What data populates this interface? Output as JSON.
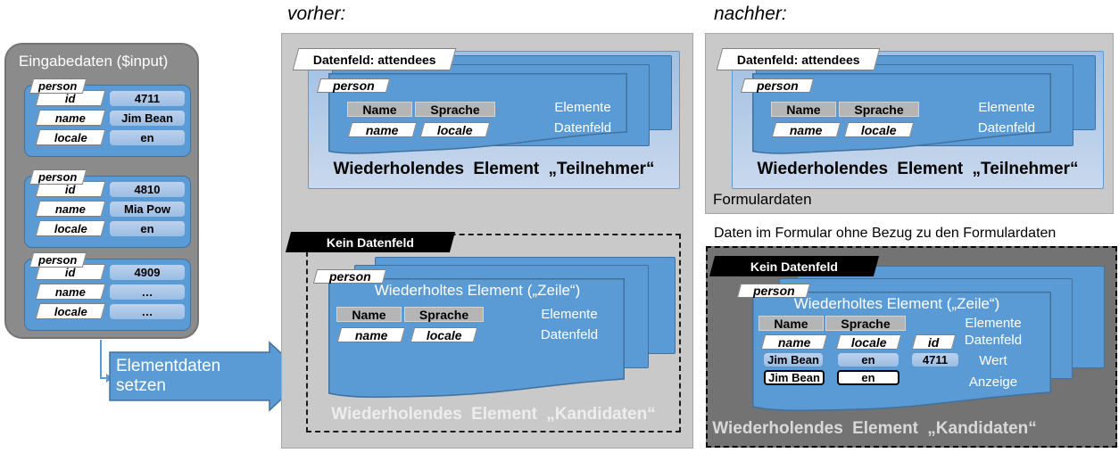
{
  "input": {
    "title": "Eingabedaten ($input)",
    "records": [
      {
        "tab": "person",
        "fields": [
          {
            "label": "id",
            "value": "4711"
          },
          {
            "label": "name",
            "value": "Jim Bean"
          },
          {
            "label": "locale",
            "value": "en"
          }
        ]
      },
      {
        "tab": "person",
        "fields": [
          {
            "label": "id",
            "value": "4810"
          },
          {
            "label": "name",
            "value": "Mia Pow"
          },
          {
            "label": "locale",
            "value": "en"
          }
        ]
      },
      {
        "tab": "person",
        "fields": [
          {
            "label": "id",
            "value": "4909"
          },
          {
            "label": "name",
            "value": "…"
          },
          {
            "label": "locale",
            "value": "…"
          }
        ]
      }
    ]
  },
  "action_arrow": {
    "label": "Elementdaten setzen"
  },
  "vorher": {
    "title": "vorher:",
    "attendees": {
      "tab": "Datenfeld: attendees",
      "person_tab": "person",
      "col1_header": "Name",
      "col2_header": "Sprache",
      "col1_field": "name",
      "col2_field": "locale",
      "label_elements": "Elemente",
      "label_datafield": "Datenfeld",
      "caption": "Wiederholendes Element „Teilnehmer“"
    },
    "kandidaten": {
      "tab": "Kein Datenfeld",
      "person_tab": "person",
      "card_title": "Wiederholtes Element („Zeile“)",
      "col1_header": "Name",
      "col2_header": "Sprache",
      "col1_field": "name",
      "col2_field": "locale",
      "label_elements": "Elemente",
      "label_datafield": "Datenfeld",
      "caption": "Wiederholendes Element „Kandidaten“"
    }
  },
  "nachher": {
    "title": "nachher:",
    "attendees": {
      "tab": "Datenfeld: attendees",
      "person_tab": "person",
      "col1_header": "Name",
      "col2_header": "Sprache",
      "col1_field": "name",
      "col2_field": "locale",
      "label_elements": "Elemente",
      "label_datafield": "Datenfeld",
      "caption": "Wiederholendes Element „Teilnehmer“",
      "footer": "Formulardaten"
    },
    "note": "Daten im Formular ohne Bezug zu den Formulardaten",
    "kandidaten": {
      "tab": "Kein Datenfeld",
      "person_tab": "person",
      "card_title": "Wiederholtes Element („Zeile“)",
      "col1_header": "Name",
      "col2_header": "Sprache",
      "col1_field": "name",
      "col2_field": "locale",
      "col3_field": "id",
      "value1": "Jim Bean",
      "value2": "en",
      "value3": "4711",
      "display1": "Jim Bean",
      "display2": "en",
      "label_elements": "Elemente",
      "label_datafield": "Datenfeld",
      "label_value": "Wert",
      "label_display": "Anzeige",
      "caption": "Wiederholendes Element „Kandidaten“"
    }
  },
  "colors": {
    "accent_blue": "#5B9BD5",
    "blue_border": "#41719C",
    "panel_light": "#C9C9C9",
    "panel_dark": "#737373",
    "input_panel_gray": "#8B8B8B"
  }
}
